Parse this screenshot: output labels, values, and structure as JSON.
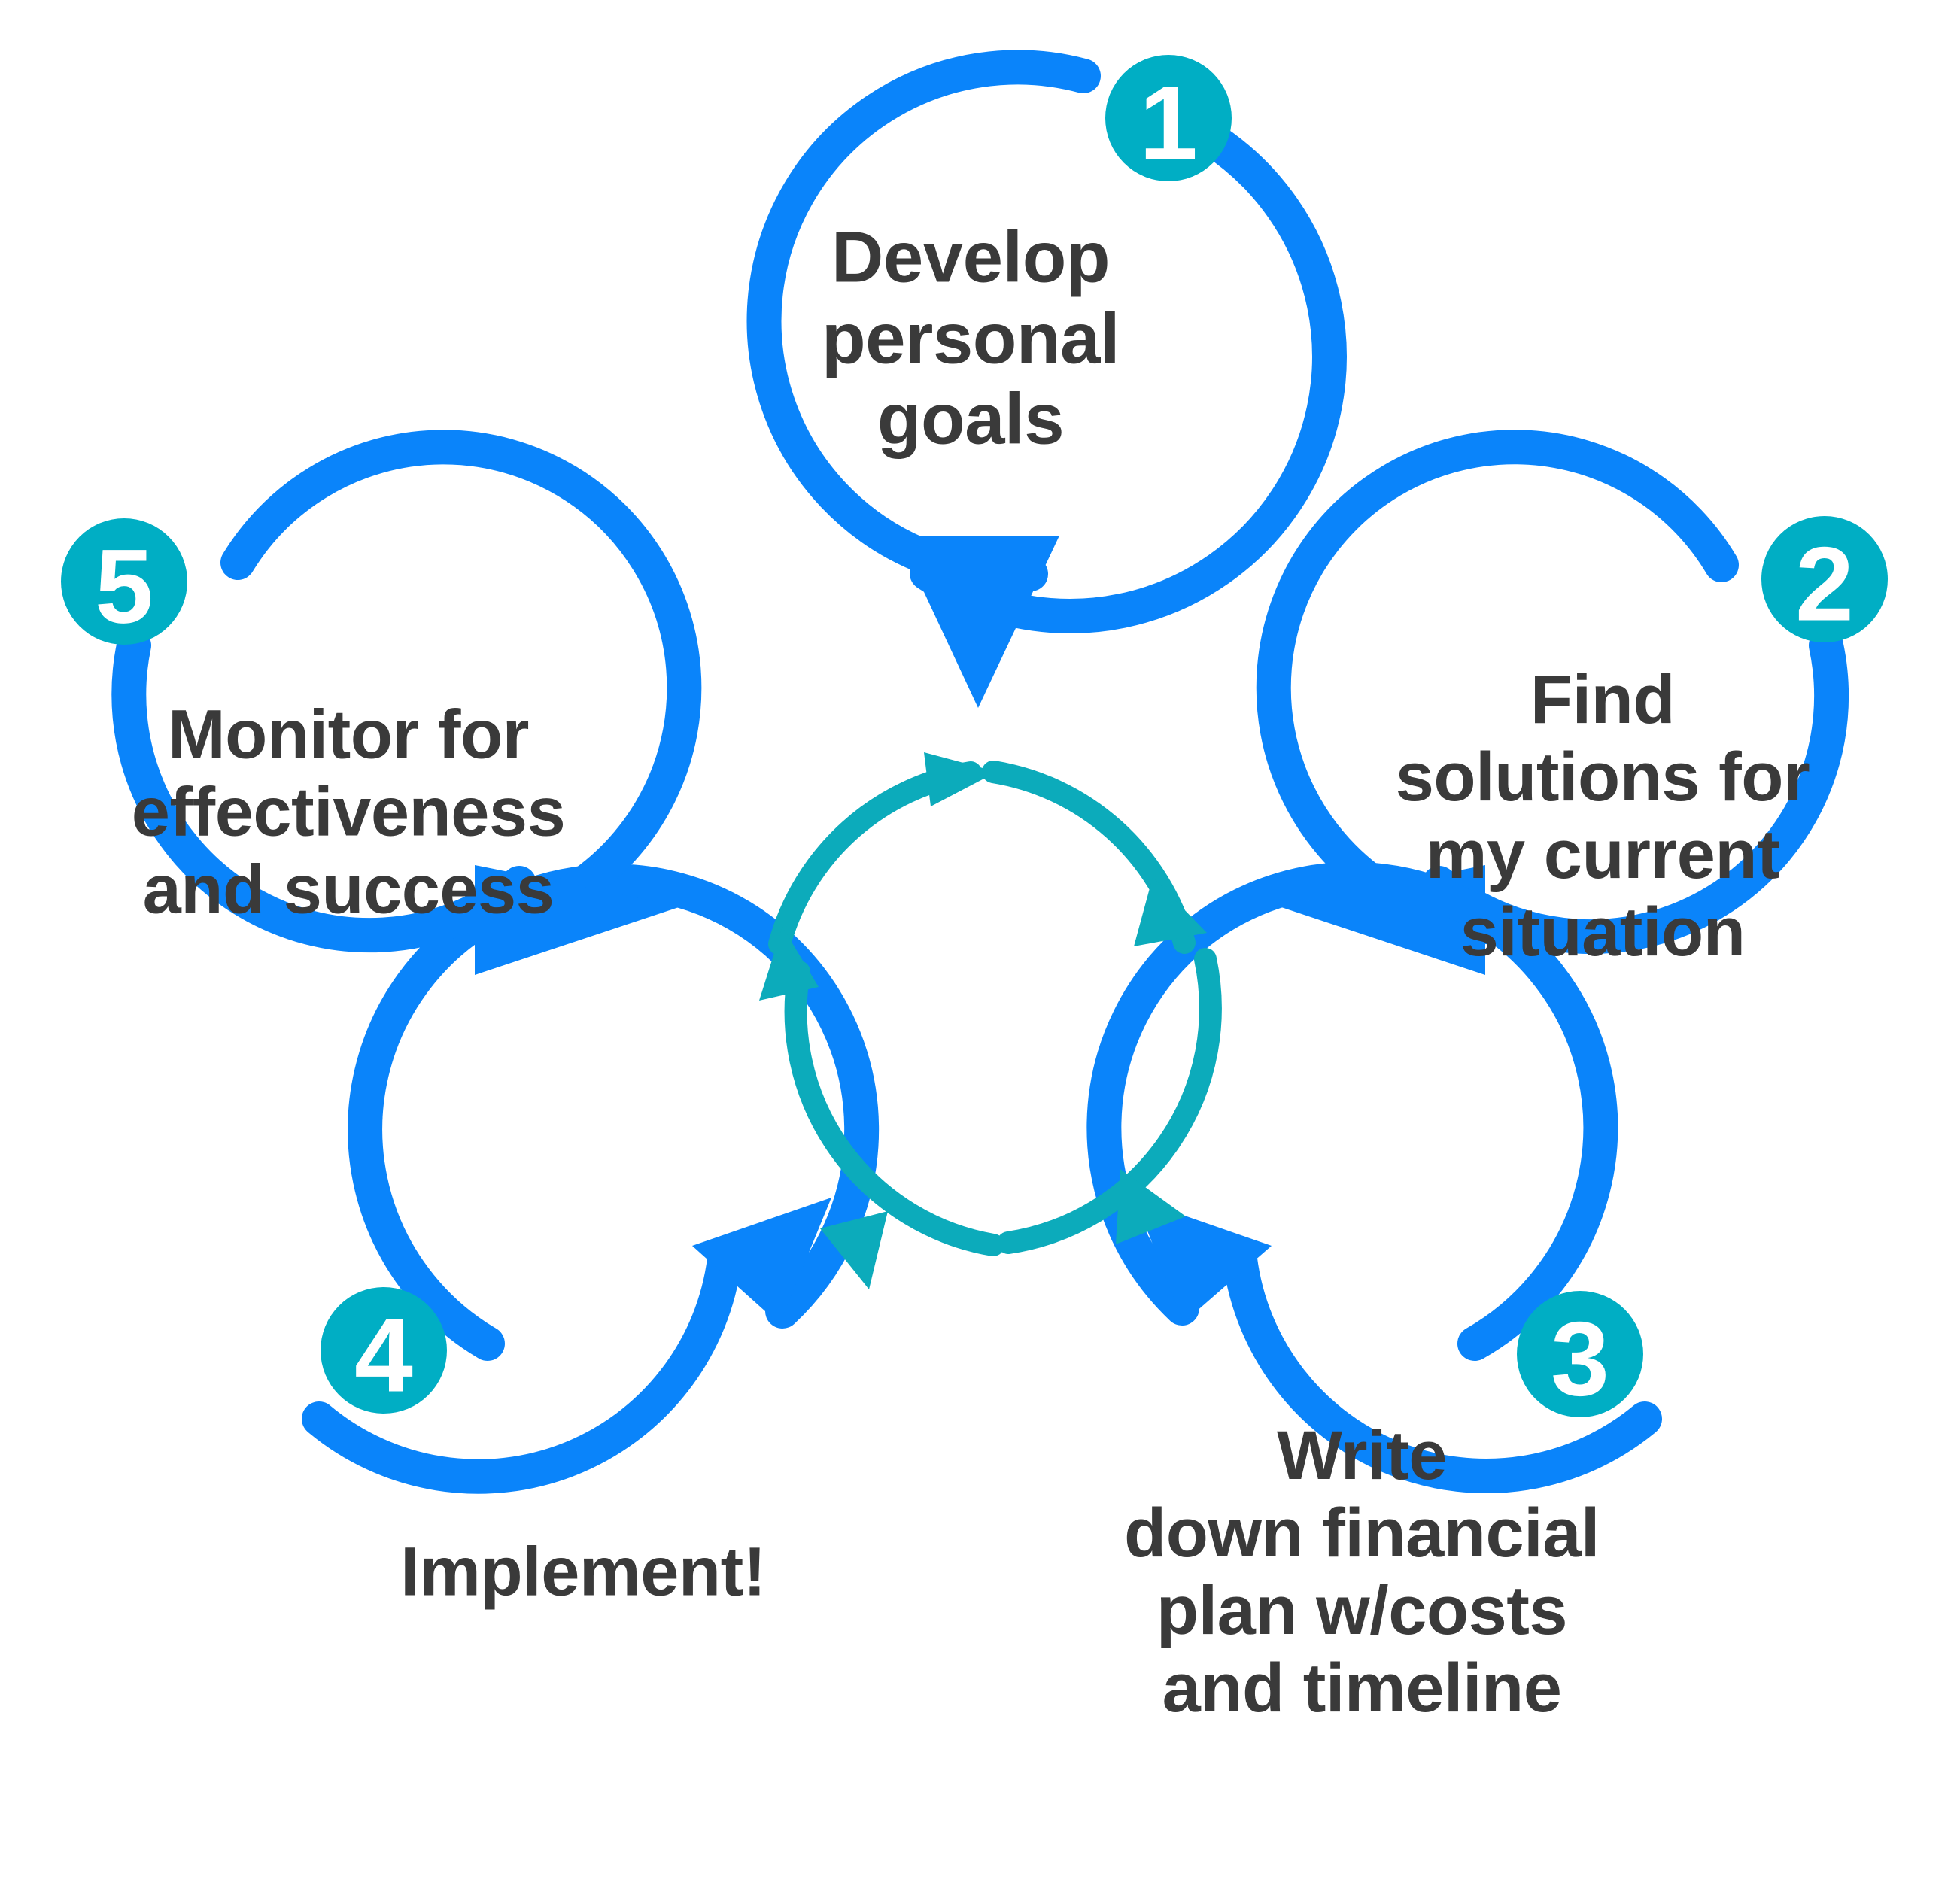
{
  "diagram": {
    "type": "cycle-process-diagram",
    "title": "",
    "background_color": "#ffffff",
    "ring_color": "#0a84fa",
    "badge_color": "#00aec4",
    "badge_text_color": "#ffffff",
    "label_text_color": "#3a3a3a",
    "center_arrow_color": "#0cabbb",
    "steps": [
      {
        "number": "1",
        "label": "Develop\npersonal\ngoals",
        "position": "top",
        "badge_position": "top-right"
      },
      {
        "number": "2",
        "label": "Find\nsolutions for\nmy current\nsituation",
        "position": "right",
        "badge_position": "top-right"
      },
      {
        "number": "3",
        "label": "Write\ndown financial\nplan w/costs\nand timeline",
        "position": "bottom-right",
        "badge_position": "top-right"
      },
      {
        "number": "4",
        "label": "Implement!",
        "position": "bottom-left",
        "badge_position": "top-left"
      },
      {
        "number": "5",
        "label": "Monitor for\neffectiveness\nand success",
        "position": "left",
        "badge_position": "top-left"
      }
    ],
    "center": {
      "icon": "circular-arrows-icon",
      "segment_count": 4,
      "direction": "clockwise"
    }
  },
  "chart_data": {
    "type": "diagram",
    "chart_kind": "cyclical-process",
    "title": "",
    "node_count": 5,
    "categories": [
      "1",
      "2",
      "3",
      "4",
      "5"
    ],
    "values": [
      "Develop personal goals",
      "Find solutions for my current situation",
      "Write down financial plan w/costs and timeline",
      "Implement!",
      "Monitor for effectiveness and success"
    ],
    "legend": [],
    "annotations": [
      "Clockwise circular arrow at center indicates a repeating cycle"
    ],
    "grid": false
  }
}
